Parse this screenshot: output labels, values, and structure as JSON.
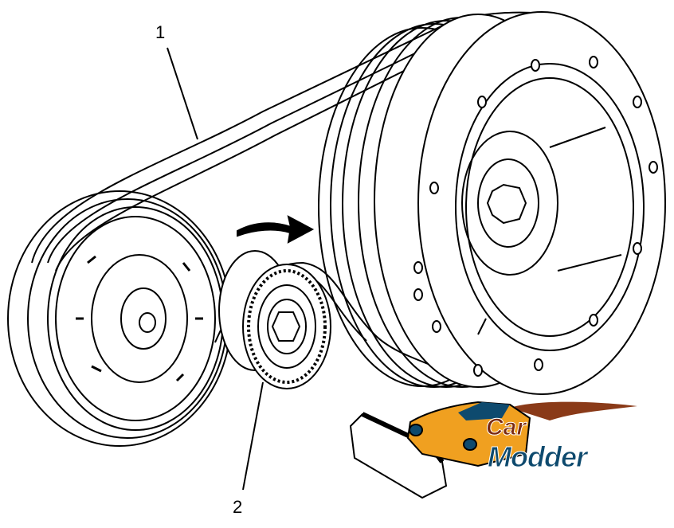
{
  "callouts": {
    "belt": "1",
    "tensioner": "2"
  },
  "logo": {
    "word1": "Car",
    "word2": "Modder"
  },
  "colors": {
    "line": "#000000",
    "logo_orange": "#f0a020",
    "logo_blue": "#0e4a6e",
    "logo_brown": "#7a2a10"
  }
}
